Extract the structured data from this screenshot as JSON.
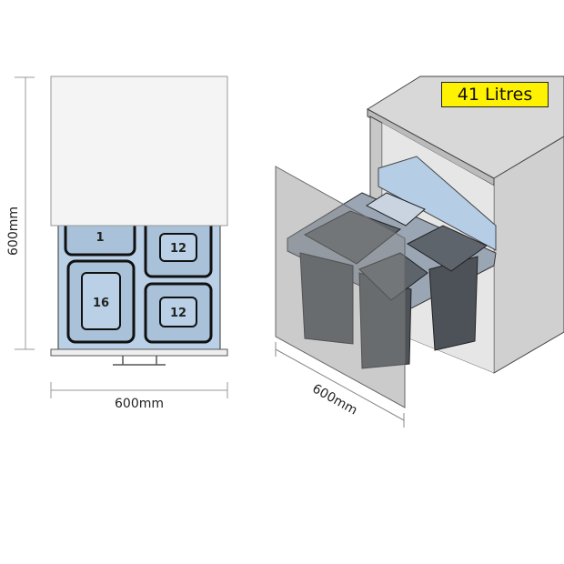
{
  "front_view": {
    "height_label": "600mm",
    "width_label": "600mm",
    "bins": [
      {
        "label": "1"
      },
      {
        "label": "12"
      },
      {
        "label": "16"
      },
      {
        "label": "12"
      }
    ]
  },
  "iso_view": {
    "capacity_badge": "41 Litres",
    "depth_label": "600mm"
  },
  "colors": {
    "badge": "#fff200",
    "drawer": "#b8cfe4",
    "bin": "#4a4f55",
    "cabinet": "#d9d9d9"
  }
}
